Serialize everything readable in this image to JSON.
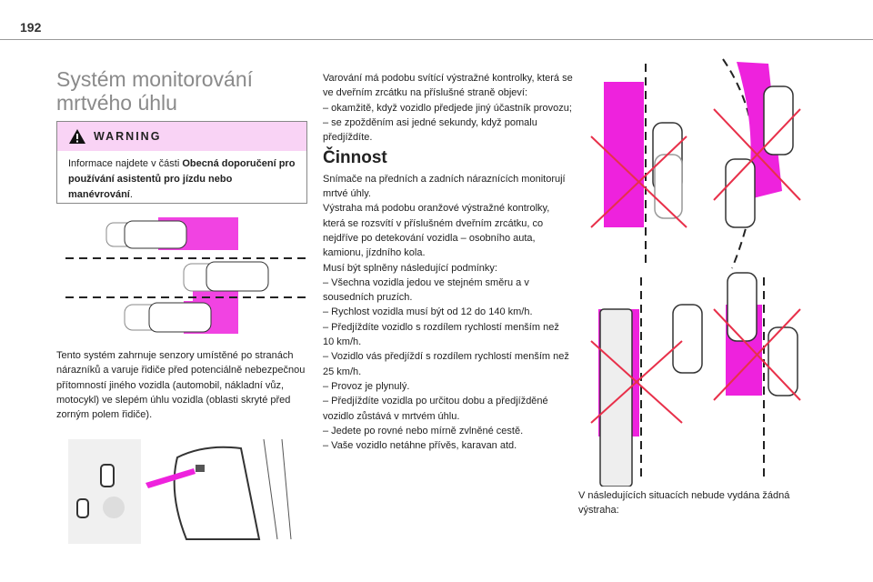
{
  "page_number": "192",
  "title": "Systém monitorování mrtvého úhlu",
  "warning": {
    "label": "WARNING",
    "text_pre": "Informace najdete v části ",
    "text_bold": "Obecná doporučení pro používání asistentů pro jízdu nebo manévrování",
    "text_post": "."
  },
  "intro": "Tento systém zahrnuje senzory umístěné po stranách nárazníků a varuje řidiče před potenciálně nebezpečnou přítomností jiného vozidla (automobil, nákladní vůz, motocykl) ve slepém úhlu vozidla (oblasti skryté před zorným polem řidiče).",
  "col2": {
    "lines1": [
      "Varování má podobu svítící výstražné kontrolky, která se ve dveřním zrcátku na příslušné straně objeví:",
      "– okamžitě, když vozidlo předjede jiný účastník provozu;",
      "– se zpožděním asi jedné sekundy, když pomalu předjíždíte."
    ],
    "heading": "Činnost",
    "lines2": [
      "Snímače na předních a zadních náraznících monitorují mrtvé úhly.",
      "Výstraha má podobu oranžové výstražné kontrolky, která se rozsvítí v příslušném dveřním zrcátku, co nejdříve po detekování vozidla – osobního auta, kamionu, jízdního kola.",
      "Musí být splněny následující podmínky:",
      "– Všechna vozidla jedou ve stejném směru a v sousedních pruzích.",
      "– Rychlost vozidla musí být od 12 do 140 km/h.",
      "– Předjíždíte vozidlo s rozdílem rychlostí menším než 10 km/h.",
      "– Vozidlo vás předjíždí s rozdílem rychlostí menším než 25 km/h.",
      "– Provoz je plynulý.",
      "– Předjíždíte vozidla po určitou dobu a předjížděné vozidlo zůstává v mrtvém úhlu.",
      "– Jedete po rovné nebo mírně zvlněné cestě.",
      "– Vaše vozidlo netáhne přívěs, karavan atd."
    ]
  },
  "caption": "V následujících situacích nebude vydána žádná výstraha:",
  "colors": {
    "magenta": "#ee22dd",
    "cross": "#e8304a",
    "warn_bg": "#f9d3f5"
  }
}
